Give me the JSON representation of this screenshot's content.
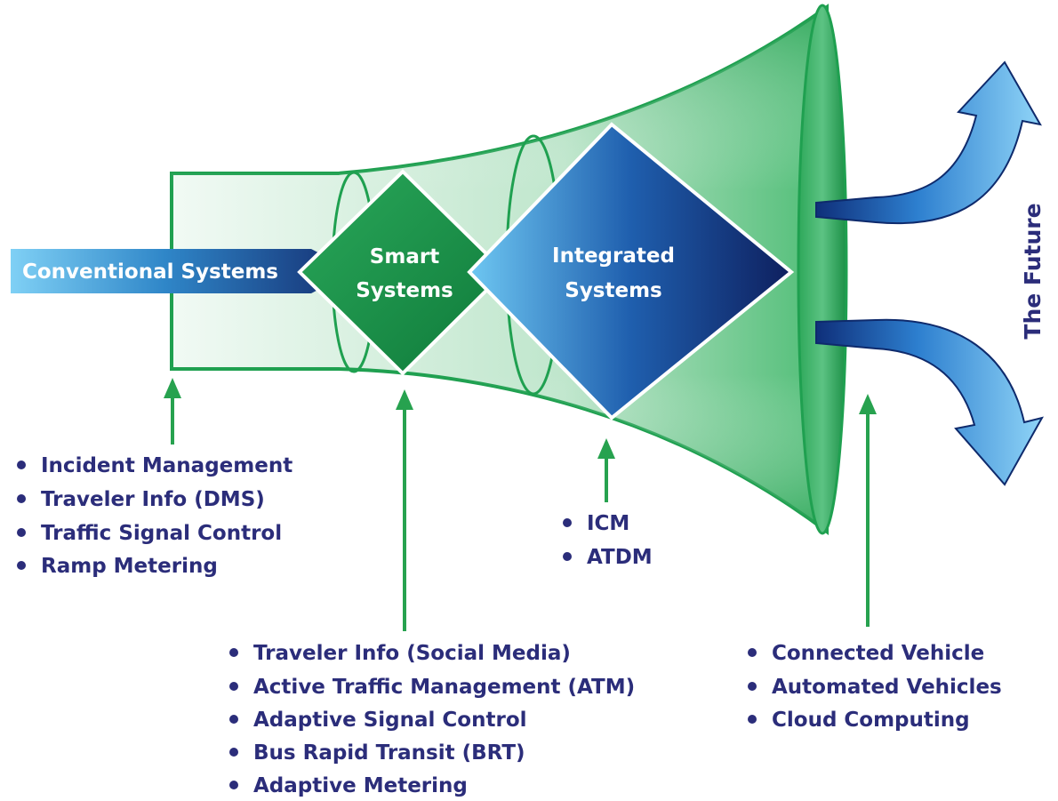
{
  "colors": {
    "funnel_green": "#1fa050",
    "funnel_light": "#bfe6cc",
    "navy_text": "#2b2d7a",
    "arrow_green": "#27a24f",
    "blue_light": "#6cc4f0",
    "blue_dark": "#12296e"
  },
  "stages": {
    "conventional": "Conventional Systems",
    "smart_line1": "Smart",
    "smart_line2": "Systems",
    "integrated_line1": "Integrated",
    "integrated_line2": "Systems",
    "future": "The Future"
  },
  "lists": {
    "conventional": [
      "Incident Management",
      "Traveler Info (DMS)",
      "Traffic Signal Control",
      "Ramp Metering"
    ],
    "smart": [
      "Traveler Info (Social Media)",
      "Active Traffic Management (ATM)",
      "Adaptive Signal Control",
      "Bus Rapid Transit (BRT)",
      "Adaptive Metering"
    ],
    "integrated": [
      "ICM",
      "ATDM"
    ],
    "future": [
      "Connected Vehicle",
      "Automated Vehicles",
      "Cloud Computing"
    ]
  }
}
